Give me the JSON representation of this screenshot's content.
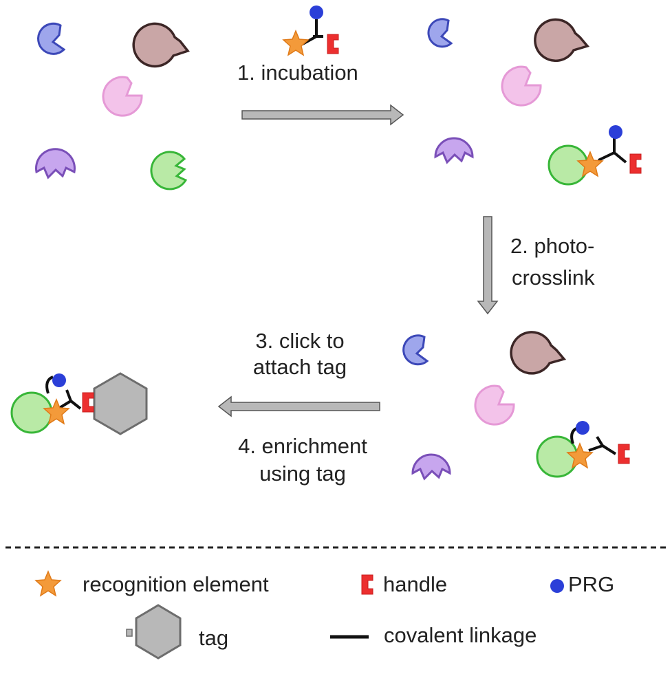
{
  "steps": {
    "s1": "1. incubation",
    "s2_line1": "2. photo-",
    "s2_line2": "crosslink",
    "s3_line1": "3. click to",
    "s3_line2": "attach tag",
    "s4_line1": "4. enrichment",
    "s4_line2": "using tag"
  },
  "legend": {
    "recognition": "recognition element",
    "handle": "handle",
    "prg": "PRG",
    "tag": "tag",
    "linkage": "covalent linkage"
  },
  "colors": {
    "blue_protein": "#9ea6ec",
    "brown_protein": "#c9a6a6",
    "pink_protein": "#f3c3ea",
    "purple_protein": "#c7a6ee",
    "green_protein": "#b9eaa6",
    "star": "#f39a3a",
    "handle": "#ec2f2f",
    "prg": "#2b3fd8",
    "tag": "#b8b8b8",
    "arrow": "#b8b8b8"
  }
}
